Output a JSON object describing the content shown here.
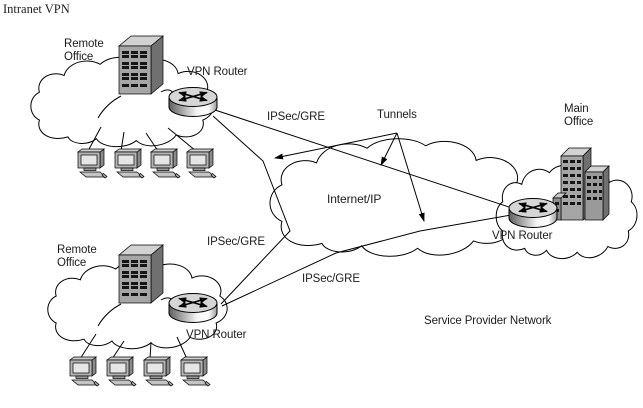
{
  "title": "Intranet VPN",
  "nodes": {
    "remote_office_top": {
      "label": "Remote\nOffice",
      "router_label": "VPN Router"
    },
    "remote_office_bottom": {
      "label": "Remote\nOffice",
      "router_label": "VPN Router"
    },
    "main_office": {
      "label": "Main\nOffice",
      "router_label": "VPN Router"
    },
    "internet_cloud": {
      "label": "Internet/IP"
    },
    "service_provider": {
      "label": "Service Provider Network"
    }
  },
  "tunnels": {
    "pointer_label": "Tunnels",
    "links": [
      {
        "from": "remote-office-top-router",
        "to": "main-office-router",
        "label": "IPSec/GRE"
      },
      {
        "from": "remote-office-top-router",
        "to": "remote-office-bottom-router",
        "label": "IPSec/GRE"
      },
      {
        "from": "remote-office-bottom-router",
        "to": "main-office-router",
        "label": "IPSec/GRE"
      }
    ]
  },
  "workstations": {
    "top_count": 4,
    "bottom_count": 4
  },
  "colors": {
    "line": "#000000",
    "text": "#1c1c1c",
    "cloud_fill": "#ffffff",
    "building_front": "#a6a6a6",
    "building_side": "#707070",
    "building_top": "#d2d2d2",
    "window": "#161616"
  }
}
